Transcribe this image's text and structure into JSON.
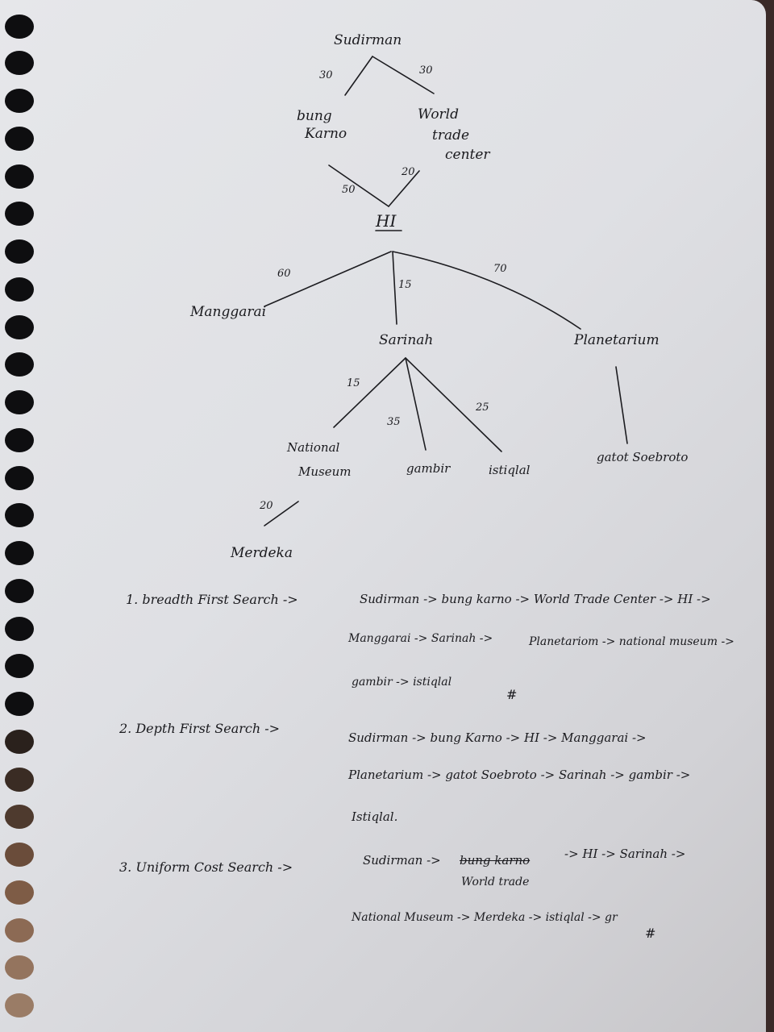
{
  "tree": {
    "nodes": {
      "sudirman": "Sudirman",
      "bung_karno_1": "bung",
      "bung_karno_2": "Karno",
      "wtc_1": "World",
      "wtc_2": "trade",
      "wtc_3": "center",
      "hi": "HI",
      "manggarai": "Manggarai",
      "sarinah": "Sarinah",
      "planetarium": "Planetarium",
      "national_museum_1": "National",
      "national_museum_2": "Museum",
      "gambir": "gambir",
      "istiqlal": "istiqlal",
      "gatot_soebroto": "gatot Soebroto",
      "merdeka": "Merdeka"
    },
    "weights": {
      "sudirman_bungkarno": "30",
      "sudirman_wtc": "30",
      "bungkarno_hi": "50",
      "wtc_hi": "20",
      "hi_manggarai": "60",
      "hi_sarinah": "15",
      "hi_planetarium": "70",
      "sarinah_museum": "15",
      "sarinah_gambir": "35",
      "sarinah_istiqlal": "25",
      "museum_merdeka": "20"
    }
  },
  "answers": {
    "bfs": {
      "label": "1. breadth First Search ->",
      "line1": "Sudirman -> bung karno -> World Trade Center -> HI ->",
      "line2a": "Manggarai -> Sarinah ->",
      "line2b": "Planetariom -> national museum ->",
      "line3": "gambir -> istiqlal",
      "mark": "#"
    },
    "dfs": {
      "label": "2. Depth First Search ->",
      "line1": "Sudirman -> bung Karno -> HI -> Manggarai ->",
      "line2": "Planetarium -> gatot Soebroto -> Sarinah -> gambir ->",
      "line3": "Istiqlal."
    },
    "ucs": {
      "label": "3. Uniform Cost Search ->",
      "line1_start": "Sudirman ->",
      "line1_struck": "bung karno",
      "line1_rest": "-> HI -> Sarinah ->",
      "line1_insert": "World trade",
      "line2": "National Museum -> Merdeka -> istiqlal -> gr",
      "mark": "#"
    }
  }
}
